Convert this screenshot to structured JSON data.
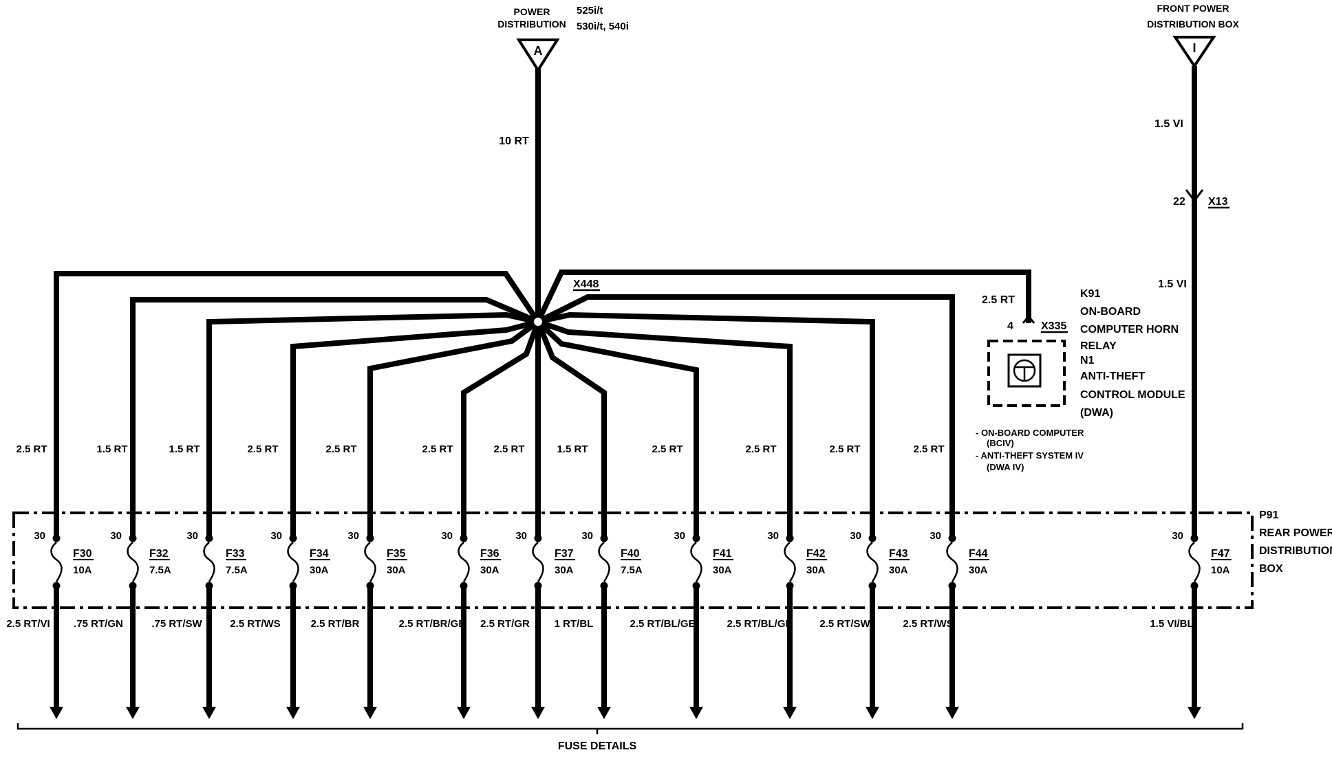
{
  "power_source": {
    "label_line1": "POWER",
    "label_line2": "DISTRIBUTION",
    "connector": "A",
    "models_line1": "525i/t",
    "models_line2": "530i/t, 540i",
    "feed_wire": "10 RT"
  },
  "front_source": {
    "label_line1": "FRONT POWER",
    "label_line2": "DISTRIBUTION BOX",
    "connector": "I",
    "wire_upper": "1.5 VI",
    "pin": "22",
    "connector_id": "X13",
    "wire_lower": "1.5 VI"
  },
  "splice": {
    "id": "X448"
  },
  "relay": {
    "wire": "2.5 RT",
    "pin": "4",
    "connector_id": "X335",
    "desc_lines": [
      "K91",
      "ON-BOARD",
      "COMPUTER HORN",
      "RELAY",
      "N1",
      "ANTI-THEFT",
      "CONTROL MODULE",
      "(DWA)"
    ],
    "note_lines": [
      "- ON-BOARD COMPUTER",
      "(BCIV)",
      "- ANTI-THEFT SYSTEM IV",
      "(DWA IV)"
    ]
  },
  "fuse_box": {
    "lines": [
      "P91",
      "REAR POWER",
      "DISTRIBUTION",
      "BOX"
    ]
  },
  "fuses": [
    {
      "in_wire": "2.5 RT",
      "pin": "30",
      "id": "F30",
      "rating": "10A",
      "out_wire": "2.5 RT/VI"
    },
    {
      "in_wire": "1.5 RT",
      "pin": "30",
      "id": "F32",
      "rating": "7.5A",
      "out_wire": ".75 RT/GN"
    },
    {
      "in_wire": "1.5 RT",
      "pin": "30",
      "id": "F33",
      "rating": "7.5A",
      "out_wire": ".75 RT/SW"
    },
    {
      "in_wire": "2.5 RT",
      "pin": "30",
      "id": "F34",
      "rating": "30A",
      "out_wire": "2.5 RT/WS"
    },
    {
      "in_wire": "2.5 RT",
      "pin": "30",
      "id": "F35",
      "rating": "30A",
      "out_wire": "2.5 RT/BR"
    },
    {
      "in_wire": "2.5 RT",
      "pin": "30",
      "id": "F36",
      "rating": "30A",
      "out_wire": "2.5 RT/BR/GE"
    },
    {
      "in_wire": "2.5 RT",
      "pin": "30",
      "id": "F37",
      "rating": "30A",
      "out_wire": "2.5 RT/GR"
    },
    {
      "in_wire": "1.5 RT",
      "pin": "30",
      "id": "F40",
      "rating": "7.5A",
      "out_wire": "1 RT/BL"
    },
    {
      "in_wire": "2.5 RT",
      "pin": "30",
      "id": "F41",
      "rating": "30A",
      "out_wire": "2.5 RT/BL/GE"
    },
    {
      "in_wire": "2.5 RT",
      "pin": "30",
      "id": "F42",
      "rating": "30A",
      "out_wire": "2.5 RT/BL/GE"
    },
    {
      "in_wire": "2.5 RT",
      "pin": "30",
      "id": "F43",
      "rating": "30A",
      "out_wire": "2.5 RT/SW"
    },
    {
      "in_wire": "2.5 RT",
      "pin": "30",
      "id": "F44",
      "rating": "30A",
      "out_wire": "2.5 RT/WS"
    },
    {
      "in_wire": "",
      "pin": "30",
      "id": "F47",
      "rating": "10A",
      "out_wire": "1.5 VI/BL"
    }
  ],
  "footer": {
    "label": "FUSE DETAILS"
  }
}
